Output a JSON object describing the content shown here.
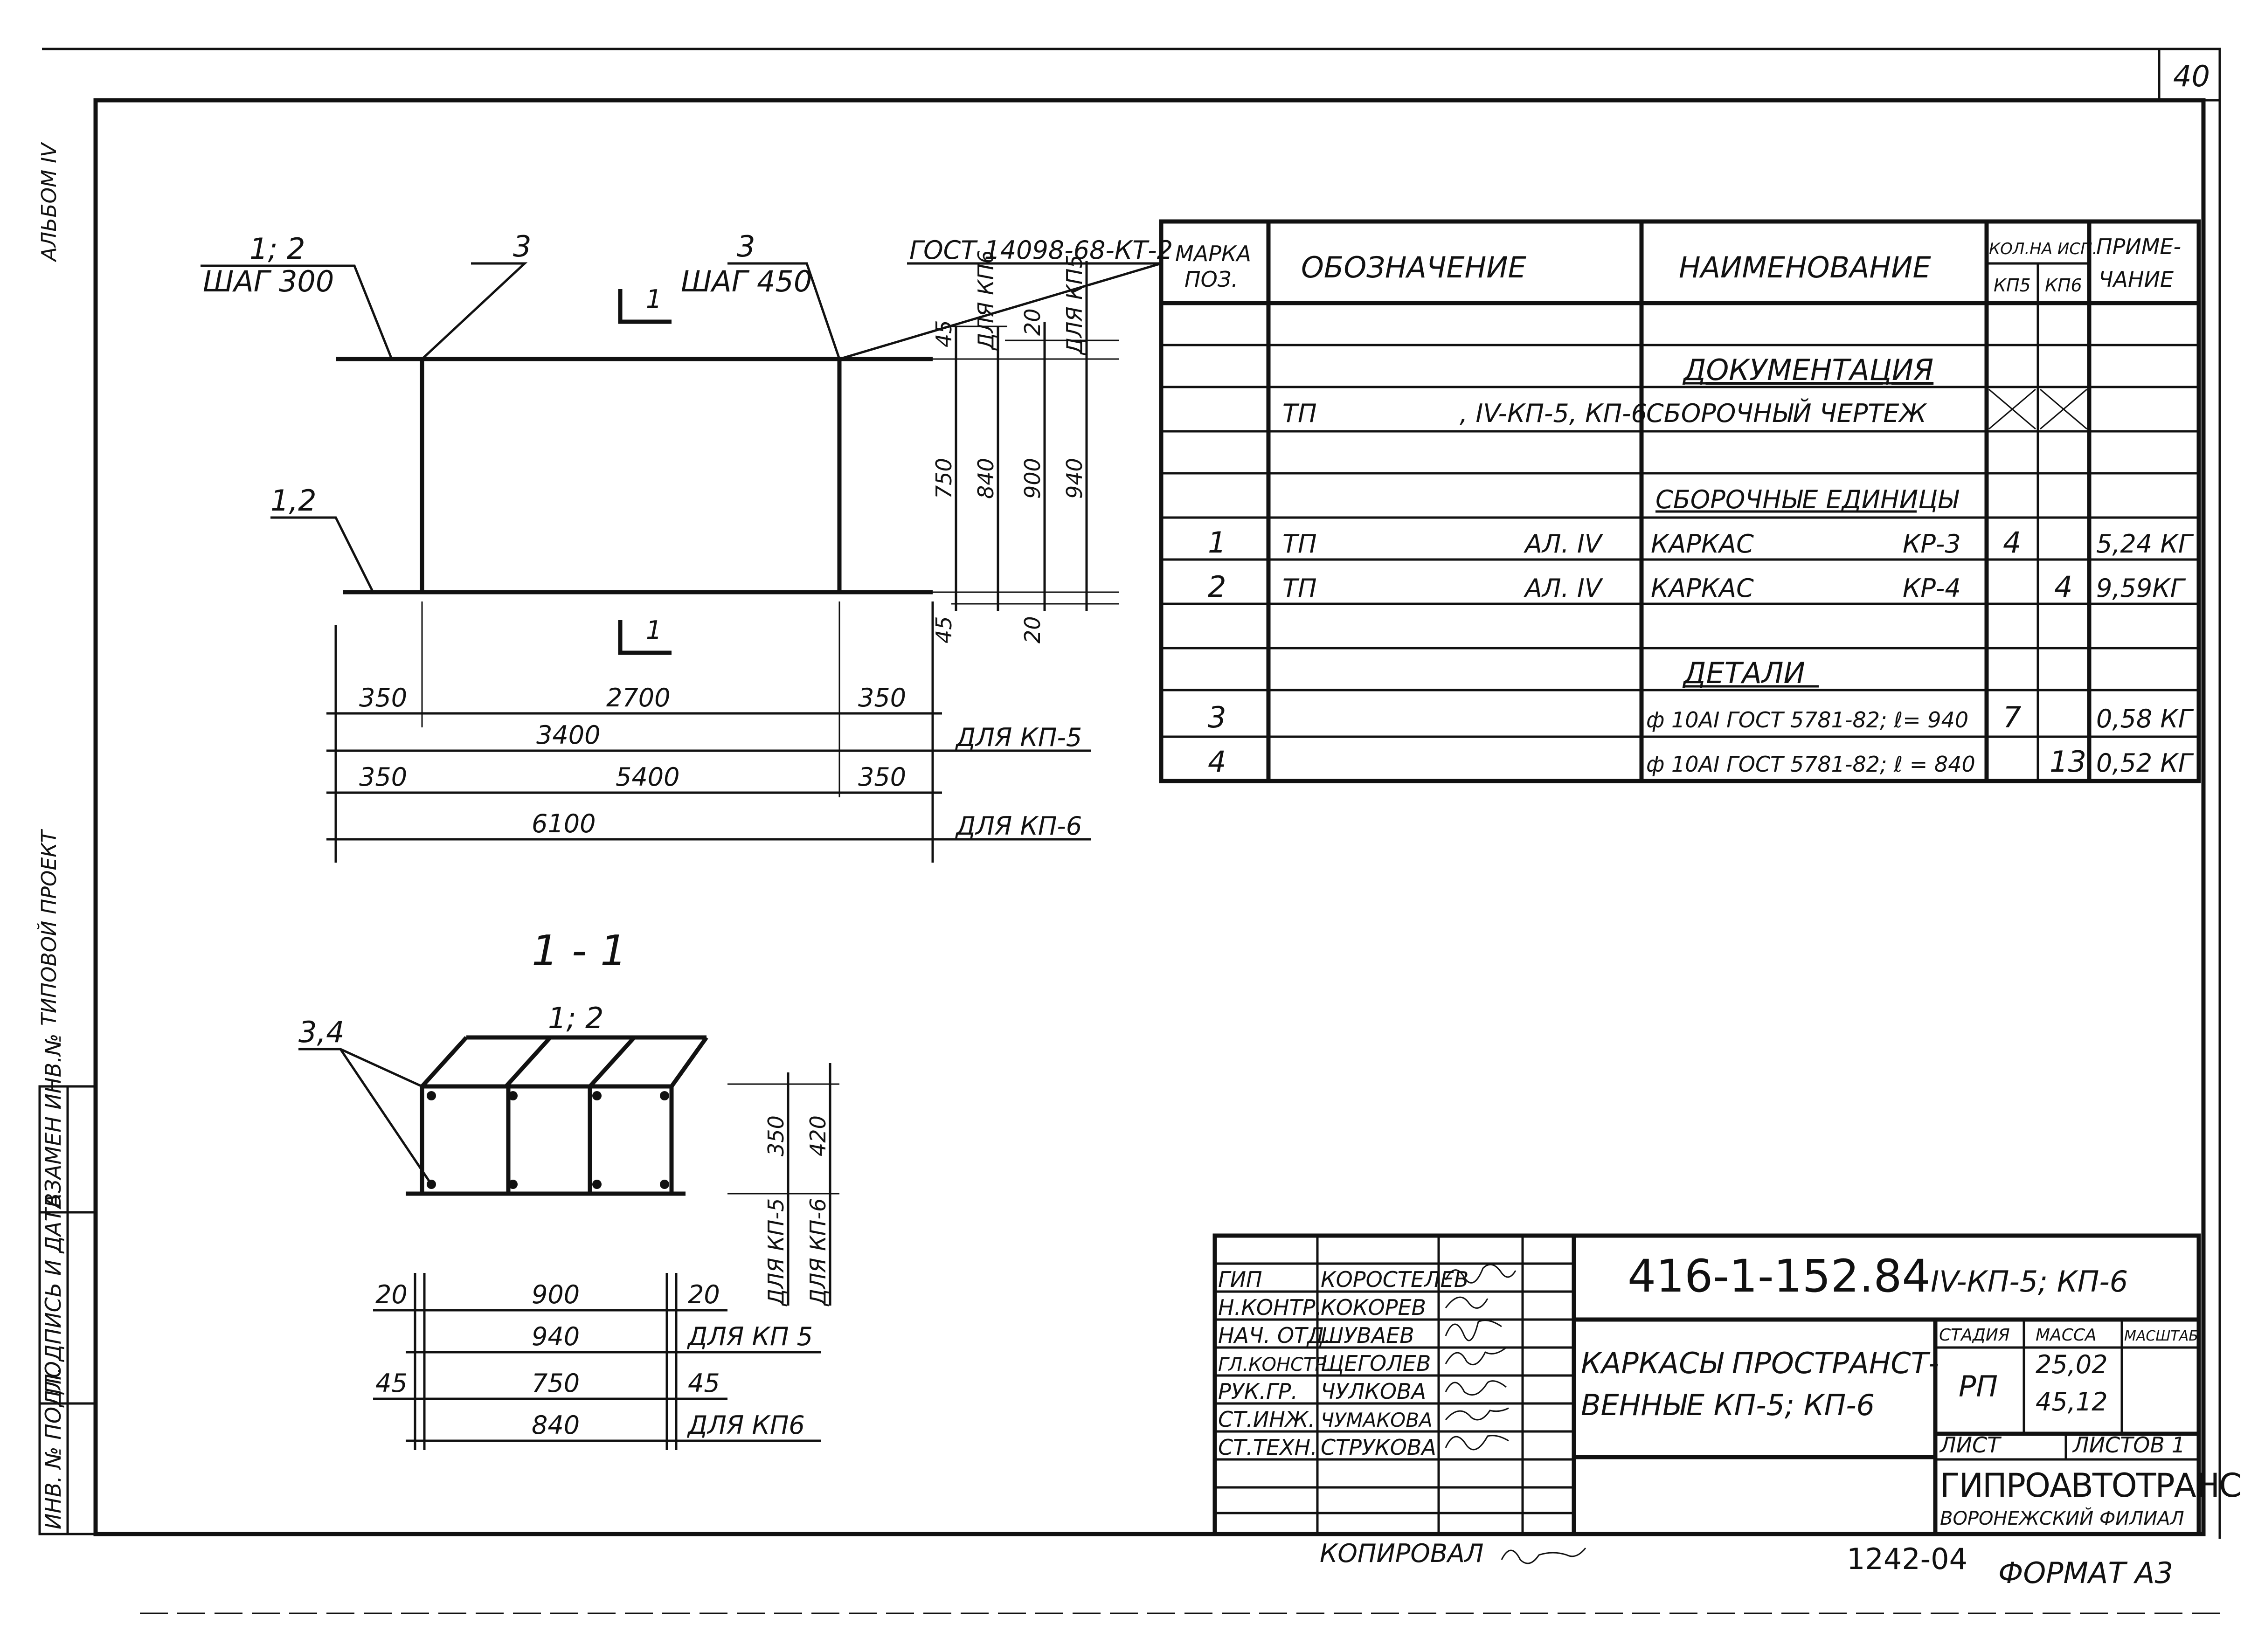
{
  "sheet": {
    "page_number": "40",
    "stamp": "416-1-152.84",
    "stamp_suffix": "IV-КП-5; КП-6",
    "title_line1": "КАРКАСЫ ПРОСТРАНСТ-",
    "title_line2": "ВЕННЫЕ КП-5; КП-6",
    "col_stadia": "СТАДИЯ",
    "col_massa": "МАССА",
    "col_masshtab": "МАСШТАБ",
    "stadia": "РП",
    "massa_1": "25,02",
    "massa_2": "45,12",
    "list_label": "ЛИСТ",
    "listov_label": "ЛИСТОВ 1",
    "company": "ГИПРОАВТОТРАНС",
    "branch": "ВОРОНЕЖСКИЙ ФИЛИАЛ",
    "copied_by": "КОПИРОВАЛ",
    "order_no": "1242-04",
    "format": "ФОРМАТ А3",
    "margin_album": "АЛЬБОМ IV",
    "margin_project": "ТИПОВОЙ ПРОЕКТ",
    "margin_box_1": "ВЗАМЕН ИНВ.№",
    "margin_box_2": "ПОДПИСЬ И ДАТА",
    "margin_box_3": "ИНВ. № ПОДЛ."
  },
  "staff": [
    {
      "role": "ГИП",
      "name": "КОРОСТЕЛЕВ"
    },
    {
      "role": "Н.КОНТР.",
      "name": "КОКОРЕВ"
    },
    {
      "role": "НАЧ. ОТД.",
      "name": "ШУВАЕВ"
    },
    {
      "role": "ГЛ.КОНСТР.",
      "name": "ЩЕГОЛЕВ"
    },
    {
      "role": "РУК.ГР.",
      "name": "ЧУЛКОВА"
    },
    {
      "role": "СТ.ИНЖ.",
      "name": "ЧУМАКОВА"
    },
    {
      "role": "СТ.ТЕХН.",
      "name": "СТРУКОВА"
    }
  ],
  "spec": {
    "headers": {
      "marka_1": "МАРКА",
      "marka_2": "ПОЗ.",
      "oboznachenie": "ОБОЗНАЧЕНИЕ",
      "naimenovanie": "НАИМЕНОВАНИЕ",
      "kol": "КОЛ.НА ИСП.",
      "kp5": "КП5",
      "kp6": "КП6",
      "prim_1": "ПРИМЕ-",
      "prim_2": "ЧАНИЕ"
    },
    "sections": {
      "docs": "ДОКУМЕНТАЦИЯ",
      "assemblies": "СБОРОЧНЫЕ ЕДИНИЦЫ",
      "details": "ДЕТАЛИ"
    },
    "rows": {
      "doc": {
        "pos": "",
        "oboz_a": "ТП",
        "oboz_b": ", IV-КП-5, КП-6",
        "name": "СБОРОЧНЫЙ ЧЕРТЕЖ",
        "mark": ""
      },
      "r1": {
        "pos": "1",
        "oboz_a": "ТП",
        "oboz_b": "АЛ. IV",
        "name": "КАРКАС",
        "mark": "КР-3",
        "kp5": "4",
        "kp6": "",
        "note": "5,24 КГ"
      },
      "r2": {
        "pos": "2",
        "oboz_a": "ТП",
        "oboz_b": "АЛ. IV",
        "name": "КАРКАС",
        "mark": "КР-4",
        "kp5": "",
        "kp6": "4",
        "note": "9,59КГ"
      },
      "r3": {
        "pos": "3",
        "name": "ф 10АI ГОСТ 5781-82;  ℓ= 940",
        "kp5": "7",
        "kp6": "",
        "note": "0,58 КГ"
      },
      "r4": {
        "pos": "4",
        "name": "ф 10АI ГОСТ 5781-82; ℓ = 840",
        "kp5": "",
        "kp6": "13",
        "note": "0,52 КГ"
      }
    }
  },
  "plan": {
    "lbl_12_step": "1; 2",
    "lbl_step300": "ШАГ 300",
    "lbl_3a": "3",
    "lbl_3b": "3",
    "lbl_step450": "ШАГ 450",
    "lbl_gost": "ГОСТ 14098-68-КТ-2",
    "lbl_12": "1,2",
    "section_mark": "1",
    "dim_45_top": "45",
    "dim_750": "750",
    "dim_45_bot": "45",
    "dim_840": "840",
    "dim_kp6_v": "ДЛЯ КП6",
    "dim_20_top": "20",
    "dim_900": "900",
    "dim_20_bot": "20",
    "dim_940": "940",
    "dim_kp5_v": "ДЛЯ КП5",
    "dim_350a": "350",
    "dim_2700": "2700",
    "dim_350b": "350",
    "dim_3400": "3400",
    "for_kp5": "ДЛЯ КП-5",
    "dim_350c": "350",
    "dim_5400": "5400",
    "dim_350d": "350",
    "dim_6100": "6100",
    "for_kp6": "ДЛЯ КП-6"
  },
  "section": {
    "title": "1 - 1",
    "lbl_34": "3,4",
    "lbl_12": "1; 2",
    "dim_350": "350",
    "dim_420": "420",
    "for_kp5_v": "ДЛЯ КП-5",
    "for_kp6_v": "ДЛЯ КП-6",
    "dim_20a": "20",
    "dim_900": "900",
    "dim_20b": "20",
    "dim_940": "940",
    "for_kp5": "ДЛЯ КП 5",
    "dim_45a": "45",
    "dim_750": "750",
    "dim_45b": "45",
    "dim_840": "840",
    "for_kp6": "ДЛЯ КП6"
  }
}
